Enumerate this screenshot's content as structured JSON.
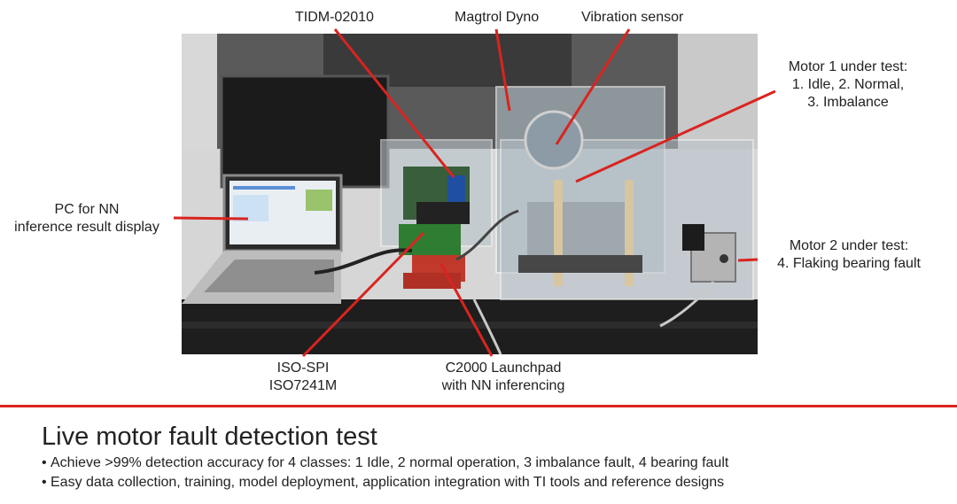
{
  "labels": {
    "tidm": "TIDM-02010",
    "magtrol": "Magtrol Dyno",
    "vibration": "Vibration sensor",
    "motor1": [
      "Motor 1 under test:",
      "1. Idle, 2. Normal,",
      "3. Imbalance"
    ],
    "pc": [
      "PC for NN",
      "inference result display"
    ],
    "motor2": [
      "Motor 2 under test:",
      "4. Flaking bearing fault"
    ],
    "isospi": [
      "ISO-SPI",
      "ISO7241M"
    ],
    "c2000": [
      "C2000 Launchpad",
      "with NN inferencing"
    ]
  },
  "title": "Live motor fault detection test",
  "bullets": [
    "Achieve >99% detection accuracy for 4 classes: 1 Idle, 2 normal operation, 3 imbalance fault, 4 bearing fault",
    "Easy data collection, training, model deployment, application integration with TI tools and reference designs"
  ],
  "colors": {
    "accent": "#d9241f",
    "board_red": "#c0392b",
    "board_green": "#2e7d32"
  },
  "photo_description_icons": [
    "laptop-icon",
    "monitor-icon",
    "acrylic-enclosure-icon",
    "dyno-icon",
    "motor-icon",
    "board-icon"
  ]
}
